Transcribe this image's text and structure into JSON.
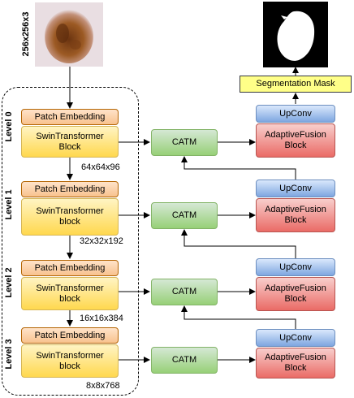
{
  "input": {
    "size_label": "256x256x3"
  },
  "levels": [
    {
      "label": "Level 0",
      "patch": "Patch Embedding",
      "swin_line1": "SwinTransformer",
      "swin_line2": "Block",
      "dims": "64x64x96"
    },
    {
      "label": "Level 1",
      "patch": "Patch Embedding",
      "swin_line1": "SwinTransformer",
      "swin_line2": "block",
      "dims": "32x32x192"
    },
    {
      "label": "Level 2",
      "patch": "Patch Embedding",
      "swin_line1": "SwinTransformer",
      "swin_line2": "block",
      "dims": "16x16x384"
    },
    {
      "label": "Level 3",
      "patch": "Patch Embedding",
      "swin_line1": "SwinTransformer",
      "swin_line2": "block",
      "dims": "8x8x768"
    }
  ],
  "catm_label": "CATM",
  "upconv_label": "UpConv",
  "fusion_line1": "AdaptiveFusion",
  "fusion_line2": "Block",
  "output": {
    "label": "Segmentation Mask"
  },
  "colors": {
    "patch_fill": "#f8c28e",
    "patch_stroke": "#b46504",
    "swin_fill": "#ffd84e",
    "swin_stroke": "#d6b656",
    "catm_fill": "#97d077",
    "catm_stroke": "#82b366",
    "upconv_fill": "#7ea6e0",
    "upconv_stroke": "#6c8ebf",
    "fusion_fill": "#ea6b66",
    "fusion_stroke": "#b85450",
    "seg_fill": "#ffff88"
  }
}
